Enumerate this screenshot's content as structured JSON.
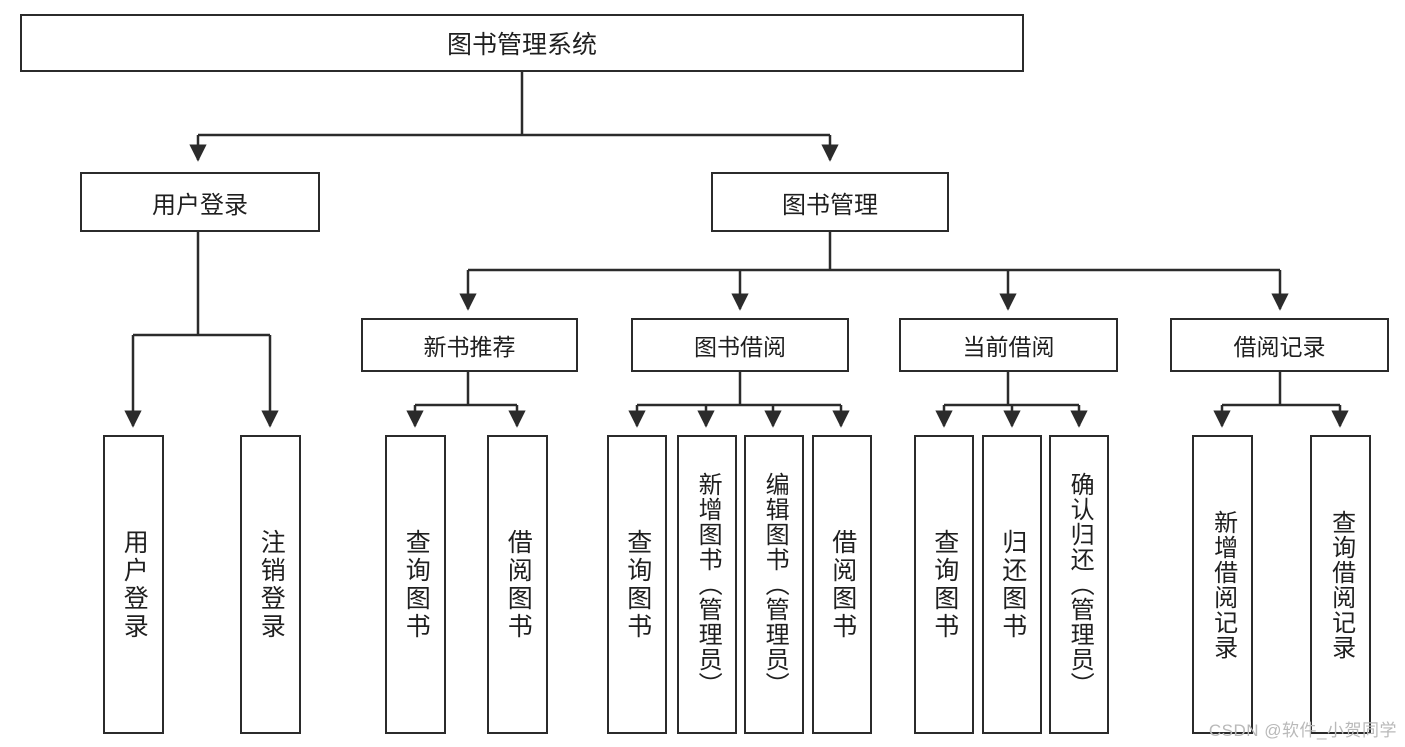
{
  "diagram": {
    "title": "图书管理系统",
    "type": "hierarchy-tree",
    "root": {
      "label": "图书管理系统"
    },
    "level2": [
      {
        "label": "用户登录"
      },
      {
        "label": "图书管理"
      }
    ],
    "level3": [
      {
        "label": "新书推荐"
      },
      {
        "label": "图书借阅"
      },
      {
        "label": "当前借阅"
      },
      {
        "label": "借阅记录"
      }
    ],
    "leaves": {
      "user_login": [
        {
          "label": "用户登录"
        },
        {
          "label": "注销登录"
        }
      ],
      "new_book_recommend": [
        {
          "label": "查询图书"
        },
        {
          "label": "借阅图书"
        }
      ],
      "book_borrow": [
        {
          "label": "查询图书"
        },
        {
          "label": "新增图书（管理员）"
        },
        {
          "label": "编辑图书（管理员）"
        },
        {
          "label": "借阅图书"
        }
      ],
      "current_borrow": [
        {
          "label": "查询图书"
        },
        {
          "label": "归还图书"
        },
        {
          "label": "确认归还（管理员）"
        }
      ],
      "borrow_record": [
        {
          "label": "新增借阅记录"
        },
        {
          "label": "查询借阅记录"
        }
      ]
    }
  },
  "watermark": {
    "text": "CSDN @软件_小贺同学"
  },
  "colors": {
    "stroke": "#2b2b2b",
    "background": "#ffffff",
    "text": "#1f1f1f",
    "watermark": "#b9b9b9"
  }
}
